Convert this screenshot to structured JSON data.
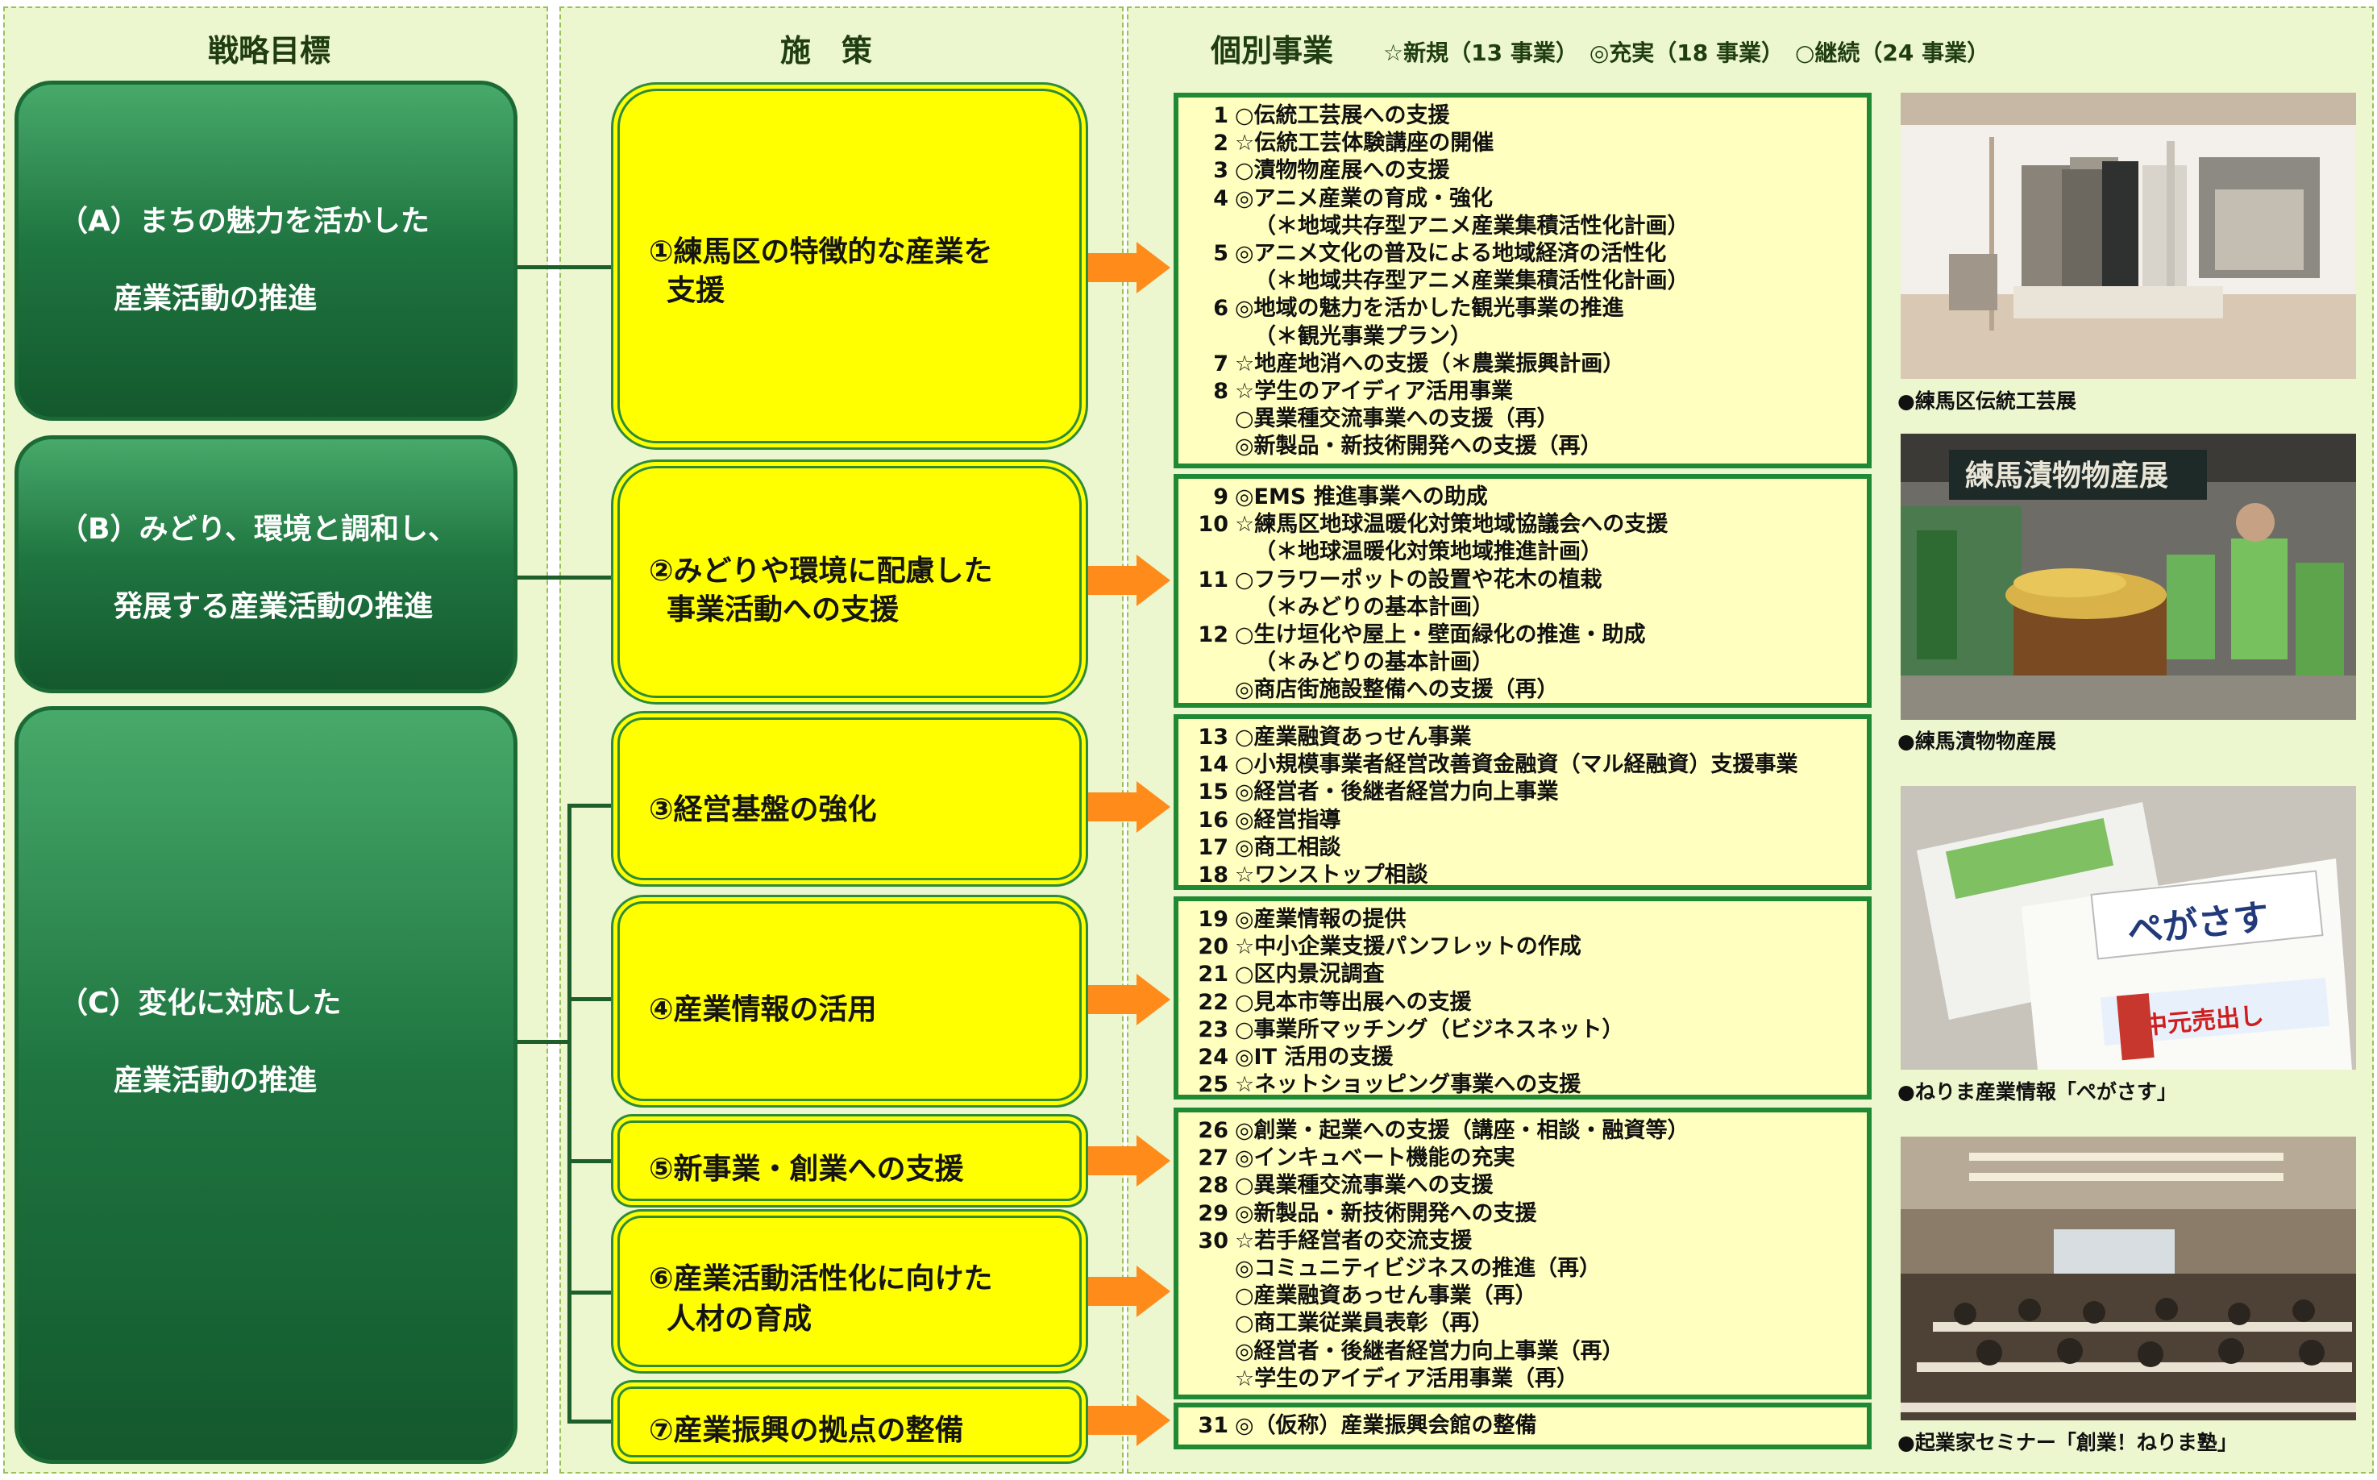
{
  "headers": {
    "goals": "戦略目標",
    "policies": "施　策",
    "projects": "個別事業",
    "legend": "☆新規（13 事業）　◎充実（18 事業）　○継続（24 事業）"
  },
  "goals": [
    {
      "line1": "（A）まちの魅力を活かした",
      "line2": "産業活動の推進"
    },
    {
      "line1": "（B）みどり、環境と調和し、",
      "line2": "発展する産業活動の推進"
    },
    {
      "line1": "（C）変化に対応した",
      "line2": "産業活動の推進"
    }
  ],
  "policies": [
    {
      "line1": "①練馬区の特徴的な産業を",
      "line2": "支援"
    },
    {
      "line1": "②みどりや環境に配慮した",
      "line2": "事業活動への支援"
    },
    {
      "line1": "③経営基盤の強化",
      "line2": ""
    },
    {
      "line1": "④産業情報の活用",
      "line2": ""
    },
    {
      "line1": "⑤新事業・創業への支援",
      "line2": ""
    },
    {
      "line1": "⑥産業活動活性化に向けた",
      "line2": "人材の育成"
    },
    {
      "line1": "⑦産業振興の拠点の整備",
      "line2": ""
    }
  ],
  "project_groups": [
    {
      "items": [
        {
          "num": "1",
          "text": "○伝統工芸展への支援"
        },
        {
          "num": "2",
          "text": "☆伝統工芸体験講座の開催"
        },
        {
          "num": "3",
          "text": "○漬物物産展への支援"
        },
        {
          "num": "4",
          "text": "◎アニメ産業の育成・強化"
        },
        {
          "num": "",
          "text": "（＊地域共存型アニメ産業集積活性化計画）"
        },
        {
          "num": "5",
          "text": "◎アニメ文化の普及による地域経済の活性化"
        },
        {
          "num": "",
          "text": "（＊地域共存型アニメ産業集積活性化計画）"
        },
        {
          "num": "6",
          "text": "◎地域の魅力を活かした観光事業の推進"
        },
        {
          "num": "",
          "text": "（＊観光事業プラン）"
        },
        {
          "num": "7",
          "text": "☆地産地消への支援（＊農業振興計画）"
        },
        {
          "num": "8",
          "text": "☆学生のアイディア活用事業"
        },
        {
          "num": "",
          "text": "○異業種交流事業への支援（再）"
        },
        {
          "num": "",
          "text": "◎新製品・新技術開発への支援（再）"
        }
      ]
    },
    {
      "items": [
        {
          "num": "9",
          "text": "◎EMS 推進事業への助成"
        },
        {
          "num": "10",
          "text": "☆練馬区地球温暖化対策地域協議会への支援"
        },
        {
          "num": "",
          "text": "（＊地球温暖化対策地域推進計画）"
        },
        {
          "num": "11",
          "text": "○フラワーポットの設置や花木の植栽"
        },
        {
          "num": "",
          "text": "（＊みどりの基本計画）"
        },
        {
          "num": "12",
          "text": "○生け垣化や屋上・壁面緑化の推進・助成"
        },
        {
          "num": "",
          "text": "（＊みどりの基本計画）"
        },
        {
          "num": "",
          "text": "◎商店街施設整備への支援（再）"
        }
      ]
    },
    {
      "items": [
        {
          "num": "13",
          "text": "○産業融資あっせん事業"
        },
        {
          "num": "14",
          "text": "○小規模事業者経営改善資金融資（マル経融資）支援事業"
        },
        {
          "num": "15",
          "text": "◎経営者・後継者経営力向上事業"
        },
        {
          "num": "16",
          "text": "◎経営指導"
        },
        {
          "num": "17",
          "text": "◎商工相談"
        },
        {
          "num": "18",
          "text": "☆ワンストップ相談"
        }
      ]
    },
    {
      "items": [
        {
          "num": "19",
          "text": "◎産業情報の提供"
        },
        {
          "num": "20",
          "text": "☆中小企業支援パンフレットの作成"
        },
        {
          "num": "21",
          "text": "○区内景況調査"
        },
        {
          "num": "22",
          "text": "○見本市等出展への支援"
        },
        {
          "num": "23",
          "text": "○事業所マッチング（ビジネスネット）"
        },
        {
          "num": "24",
          "text": "◎IT 活用の支援"
        },
        {
          "num": "25",
          "text": "☆ネットショッピング事業への支援"
        }
      ]
    },
    {
      "items": [
        {
          "num": "26",
          "text": "◎創業・起業への支援（講座・相談・融資等）"
        },
        {
          "num": "27",
          "text": "◎インキュベート機能の充実"
        },
        {
          "num": "28",
          "text": "○異業種交流事業への支援"
        },
        {
          "num": "29",
          "text": "◎新製品・新技術開発への支援"
        },
        {
          "num": "30",
          "text": "☆若手経営者の交流支援"
        },
        {
          "num": "",
          "text": "◎コミュニティビジネスの推進（再）"
        },
        {
          "num": "",
          "text": "○産業融資あっせん事業（再）"
        },
        {
          "num": "",
          "text": "○商工業従業員表彰（再）"
        },
        {
          "num": "",
          "text": "◎経営者・後継者経営力向上事業（再）"
        },
        {
          "num": "",
          "text": "☆学生のアイディア活用事業（再）"
        }
      ]
    },
    {
      "items": [
        {
          "num": "31",
          "text": "◎（仮称）産業振興会館の整備"
        }
      ]
    }
  ],
  "photos": [
    {
      "caption": "●練馬区伝統工芸展"
    },
    {
      "caption": "●練馬漬物物産展"
    },
    {
      "caption": "●ねりま産業情報「ぺがさす」"
    },
    {
      "caption": "●起業家セミナー「創業！ねりま塾」"
    }
  ],
  "colors": {
    "goal_green": "#1f7540",
    "policy_yellow": "#ffff00",
    "project_bg": "#ffffc0",
    "arrow_orange": "#ff8c1a",
    "column_bg": "#ecf6cf"
  }
}
